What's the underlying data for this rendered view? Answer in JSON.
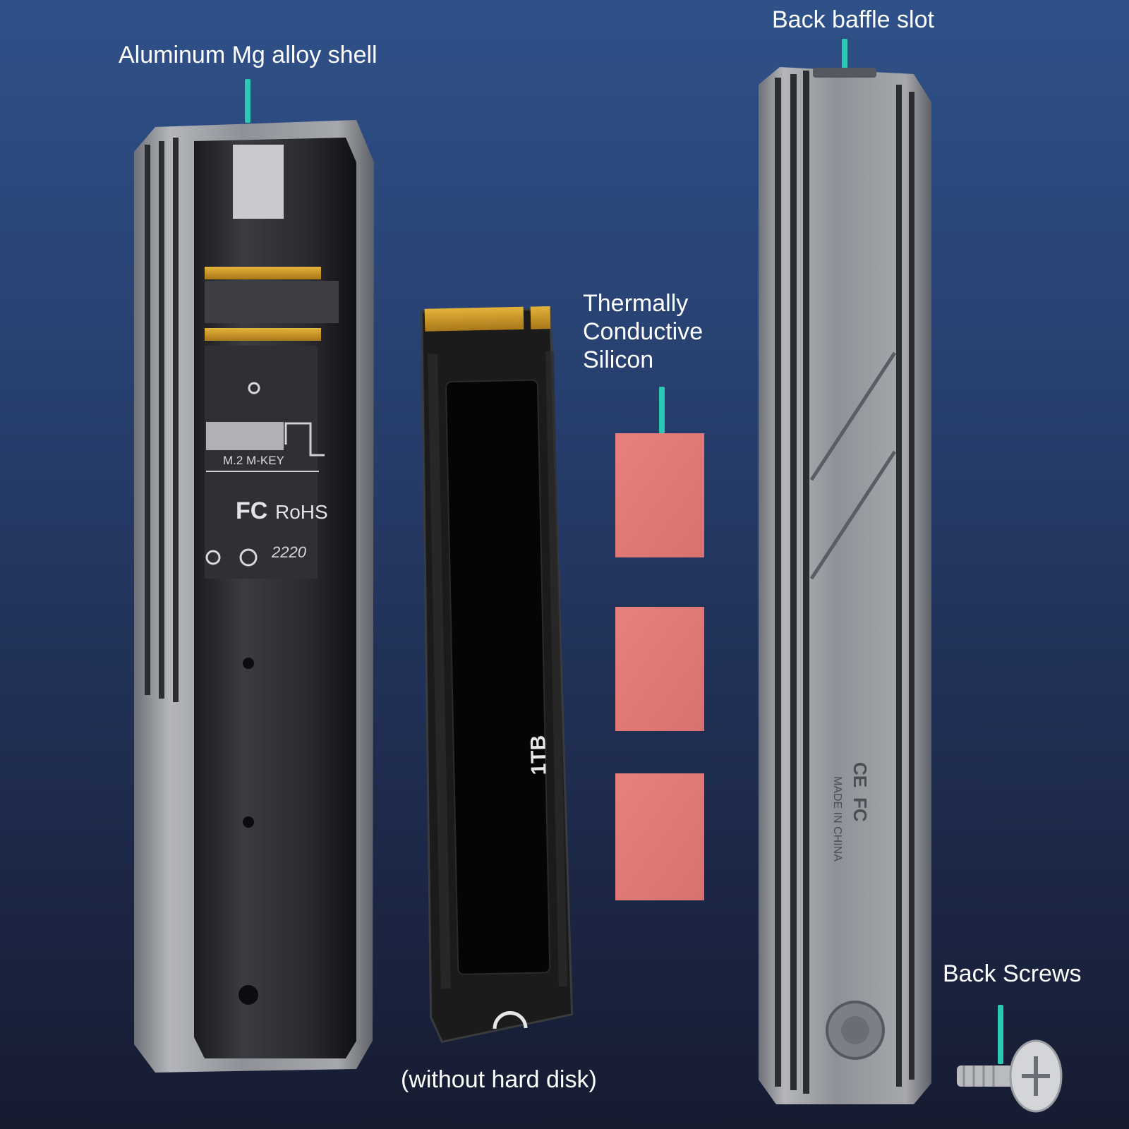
{
  "callouts": {
    "shell": "Aluminum Mg alloy shell",
    "baffle": "Back baffle slot",
    "silicon_line1": "Thermally",
    "silicon_line2": "Conductive",
    "silicon_line3": "Silicon",
    "screws": "Back Screws",
    "note": "(without hard disk)"
  },
  "ssd": {
    "capacity": "1TB"
  },
  "shell_labels": {
    "type": "M.2 M-KEY",
    "fc": "FC",
    "rohs": "RoHS",
    "size": "2220"
  },
  "cover_labels": {
    "ce": "CE",
    "fc": "FC",
    "origin": "MADE IN CHINA"
  },
  "colors": {
    "background_top": "#2f5189",
    "background_bottom": "#161b30",
    "leader": "#2cc9b2",
    "thermal_pad": "#e07a78",
    "aluminum": "#8f9298",
    "pcb": "#1b1b1c",
    "gold_contacts": "#d6a22a"
  }
}
